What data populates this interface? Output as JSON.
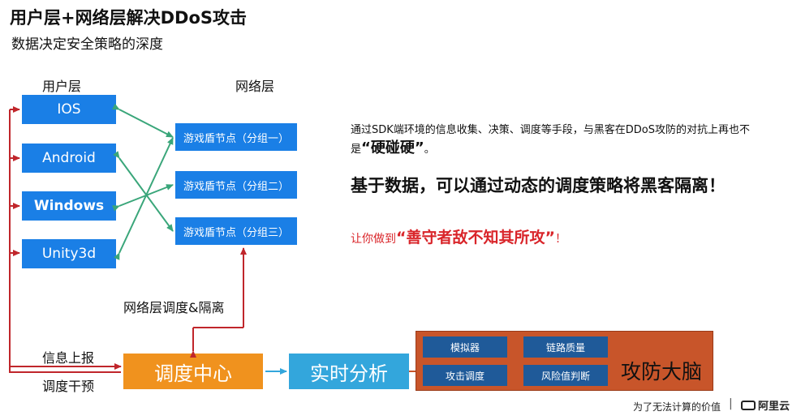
{
  "title": "用户层+网络层解决DDoS攻击",
  "subtitle": "数据决定安全策略的深度",
  "user_layer": {
    "label": "用户层",
    "items": [
      "IOS",
      "Android",
      "Windows",
      "Unity3d"
    ]
  },
  "network_layer": {
    "label": "网络层",
    "items": [
      "游戏盾节点（分组一）",
      "游戏盾节点（分组二）",
      "游戏盾节点（分组三）"
    ]
  },
  "labels": {
    "network_schedule": "网络层调度&隔离",
    "info_report": "信息上报",
    "schedule_intervene": "调度干预"
  },
  "center": "调度中心",
  "analysis": "实时分析",
  "brain": {
    "label": "攻防大脑",
    "items": [
      "模拟器",
      "链路质量",
      "攻击调度",
      "风险值判断"
    ]
  },
  "description": {
    "line1_prefix": "通过SDK端环境的信息收集、决策、调度等手段，与黑客在DDoS攻防的对抗上再也不是",
    "line1_emph": "“硬碰硬”",
    "line1_suffix": "。",
    "line2": "基于数据，可以通过动态的调度策略将黑客隔离！",
    "line3_prefix": "让你做到",
    "line3_emph": "“善守者敌不知其所攻”",
    "line3_suffix": "！"
  },
  "footer": {
    "slogan": "为了无法计算的价值",
    "separator": "|",
    "logo": "阿里云"
  },
  "colors": {
    "blue_box": "#1a7fe6",
    "green_arrow": "#3aa67a",
    "red_arrow": "#c0262b",
    "orange_box": "#f0921e",
    "cyan_box": "#33a6dc",
    "brain_bg": "#c8552a",
    "brain_inner": "#1f5a99",
    "highlight_text": "#d9252a"
  }
}
